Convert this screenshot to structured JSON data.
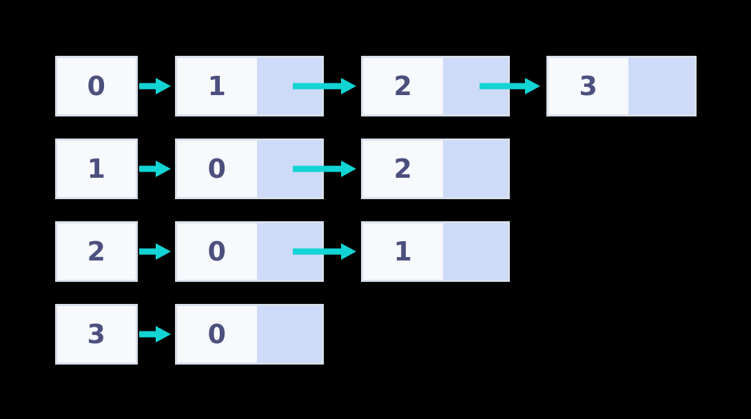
{
  "diagram": {
    "title": "adjacency-list",
    "background_color": "#000000",
    "colors": {
      "node_value_cell": "#F7F9FD",
      "node_pointer_cell": "#CDDAF8",
      "node_border": "#D8E0EB",
      "digit_text": "#4C507E",
      "arrow": "#12D4D4"
    },
    "rows": [
      {
        "row_name": "adjacency-row-0",
        "head": {
          "label": "0"
        },
        "nodes": [
          {
            "label": "1",
            "has_next_arrow": true
          },
          {
            "label": "2",
            "has_next_arrow": true
          },
          {
            "label": "3",
            "has_next_arrow": false
          }
        ]
      },
      {
        "row_name": "adjacency-row-1",
        "head": {
          "label": "1"
        },
        "nodes": [
          {
            "label": "0",
            "has_next_arrow": true
          },
          {
            "label": "2",
            "has_next_arrow": false
          }
        ]
      },
      {
        "row_name": "adjacency-row-2",
        "head": {
          "label": "2"
        },
        "nodes": [
          {
            "label": "0",
            "has_next_arrow": true
          },
          {
            "label": "1",
            "has_next_arrow": false
          }
        ]
      },
      {
        "row_name": "adjacency-row-3",
        "head": {
          "label": "3"
        },
        "nodes": [
          {
            "label": "0",
            "has_next_arrow": false
          }
        ]
      }
    ]
  }
}
